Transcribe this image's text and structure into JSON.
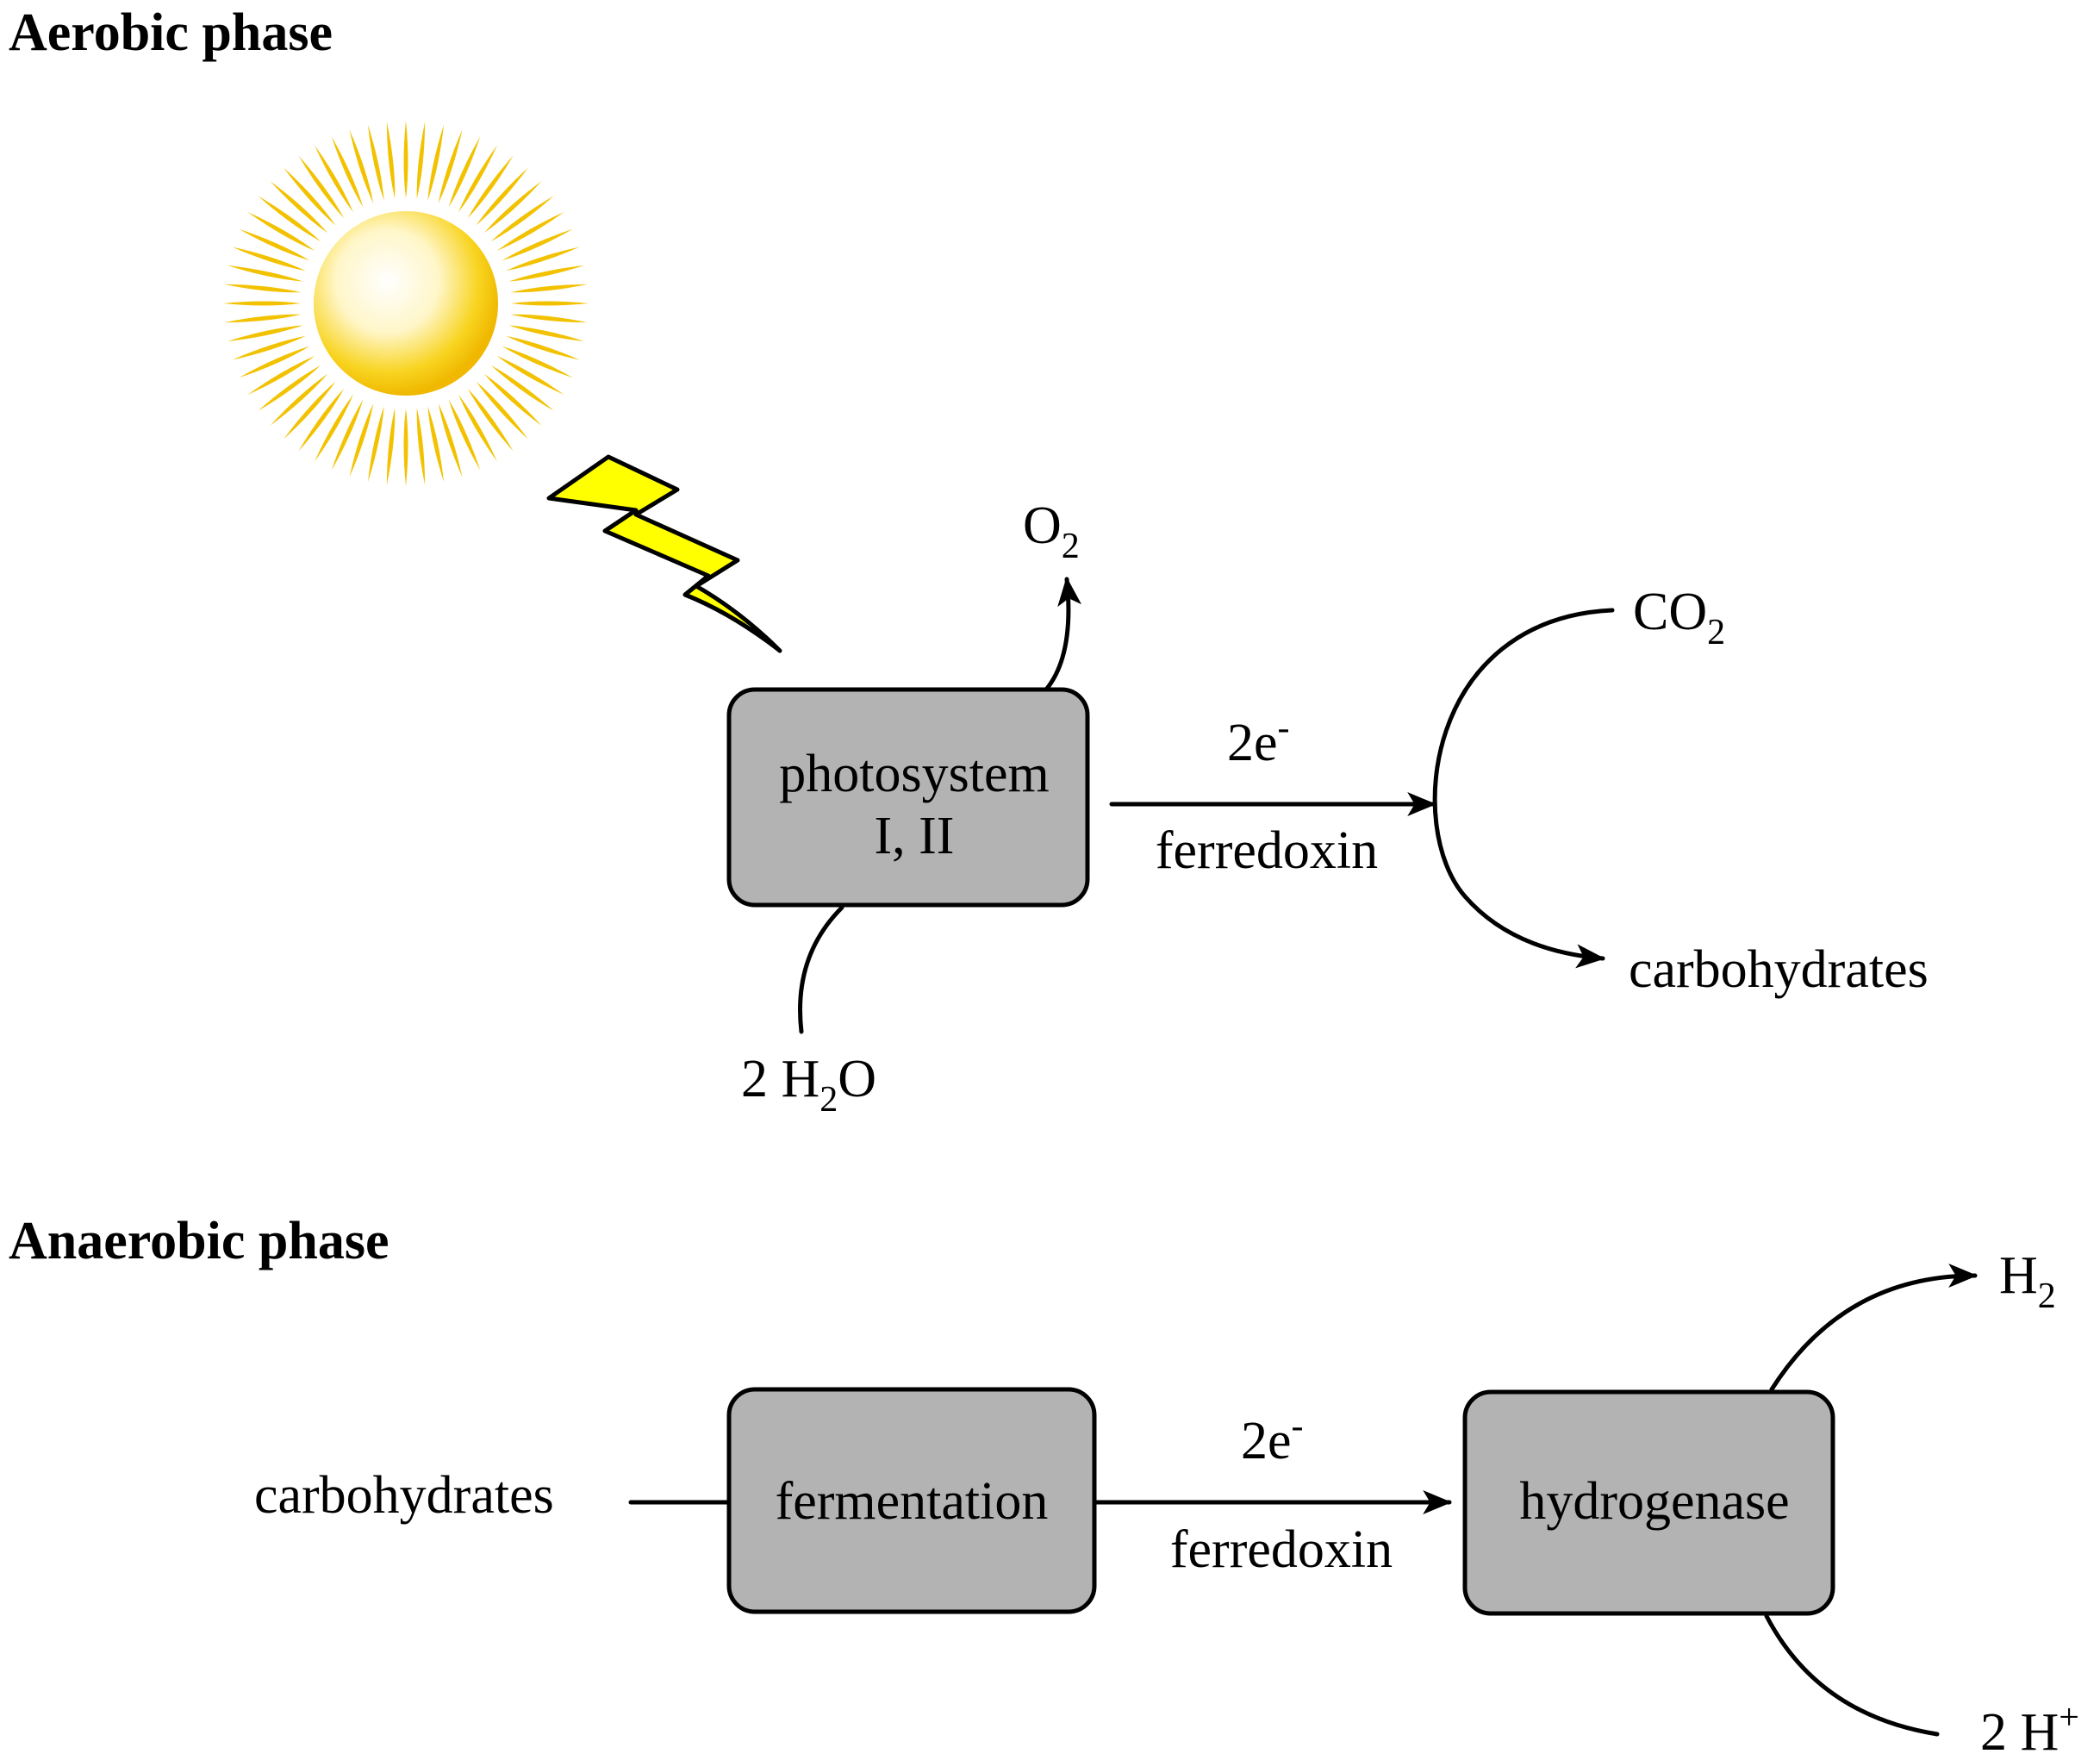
{
  "aerobic": {
    "heading": "Aerobic phase",
    "box_line1": "photosystem",
    "box_line2": "I, II",
    "electrons": "2e",
    "electrons_sup": "-",
    "carrier": "ferredoxin",
    "o2_main": "O",
    "o2_sub": "2",
    "water_prefix": "2 H",
    "water_sub": "2",
    "water_suffix": "O",
    "co2_main": "CO",
    "co2_sub": "2",
    "product": "carbohydrates"
  },
  "anaerobic": {
    "heading": "Anaerobic phase",
    "input": "carbohydrates",
    "box1": "fermentation",
    "electrons": "2e",
    "electrons_sup": "-",
    "carrier": "ferredoxin",
    "box2": "hydrogenase",
    "h2_main": "H",
    "h2_sub": "2",
    "proton_main": "2 H",
    "proton_sup": "+"
  },
  "colors": {
    "box_fill": "#b3b3b3",
    "sun_rays": "#f2c200",
    "sun_core": "#f5c400",
    "lightning": "#ffff00"
  },
  "icons": [
    "sun-icon",
    "lightning-bolt-icon"
  ]
}
